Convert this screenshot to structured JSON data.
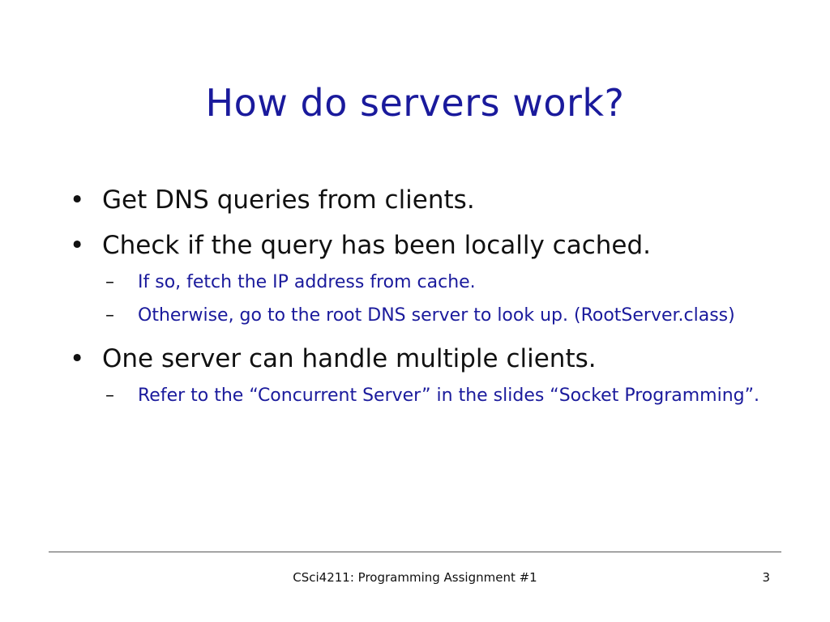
{
  "slide": {
    "title": "How do servers work?",
    "bullets": [
      {
        "text": "Get DNS queries from clients.",
        "subitems": []
      },
      {
        "text": "Check if the query has been locally cached.",
        "subitems": [
          "If so, fetch the IP address from cache.",
          "Otherwise, go to the root DNS server to look up. (RootServer.class)"
        ]
      },
      {
        "text": "One server can handle multiple clients.",
        "subitems": [
          "Refer to the “Concurrent Server” in the slides “Socket Programming”."
        ]
      }
    ],
    "footer": "CSci4211: Programming Assignment #1",
    "page_number": "3"
  },
  "colors": {
    "title": "#1a1a9c",
    "subitem": "#1a1a9c",
    "body": "#111111"
  }
}
